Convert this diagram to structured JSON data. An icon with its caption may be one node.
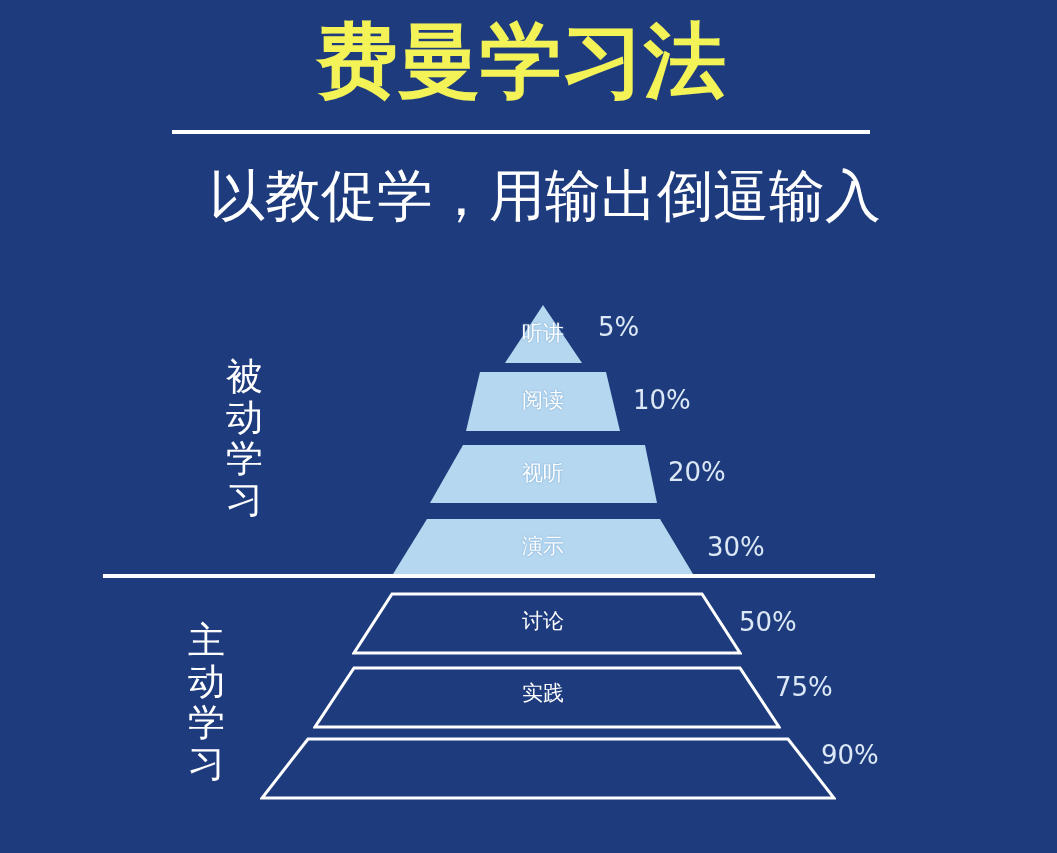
{
  "diagram": {
    "title": "费曼学习法",
    "nodes": [
      {
        "text": [
          "听讲"
        ],
        "beside": [
          "5%"
        ]
      },
      {
        "text": [
          "阅读"
        ],
        "beside": [
          "10%"
        ]
      },
      {
        "text": [
          "视听"
        ],
        "beside": [
          "20%"
        ]
      },
      {
        "text": [
          "演示"
        ],
        "beside": [
          "30%"
        ]
      },
      {
        "text": [
          "讨论"
        ],
        "beside": [
          "50%"
        ]
      },
      {
        "text": [
          "实践"
        ],
        "beside": [
          "75%"
        ]
      },
      {
        "text": [],
        "shape": "trapezoid",
        "beside": [
          "90%"
        ]
      }
    ],
    "labels": [
      "以教促学，用输出倒逼输入",
      "被动学习",
      "主动学习"
    ]
  }
}
